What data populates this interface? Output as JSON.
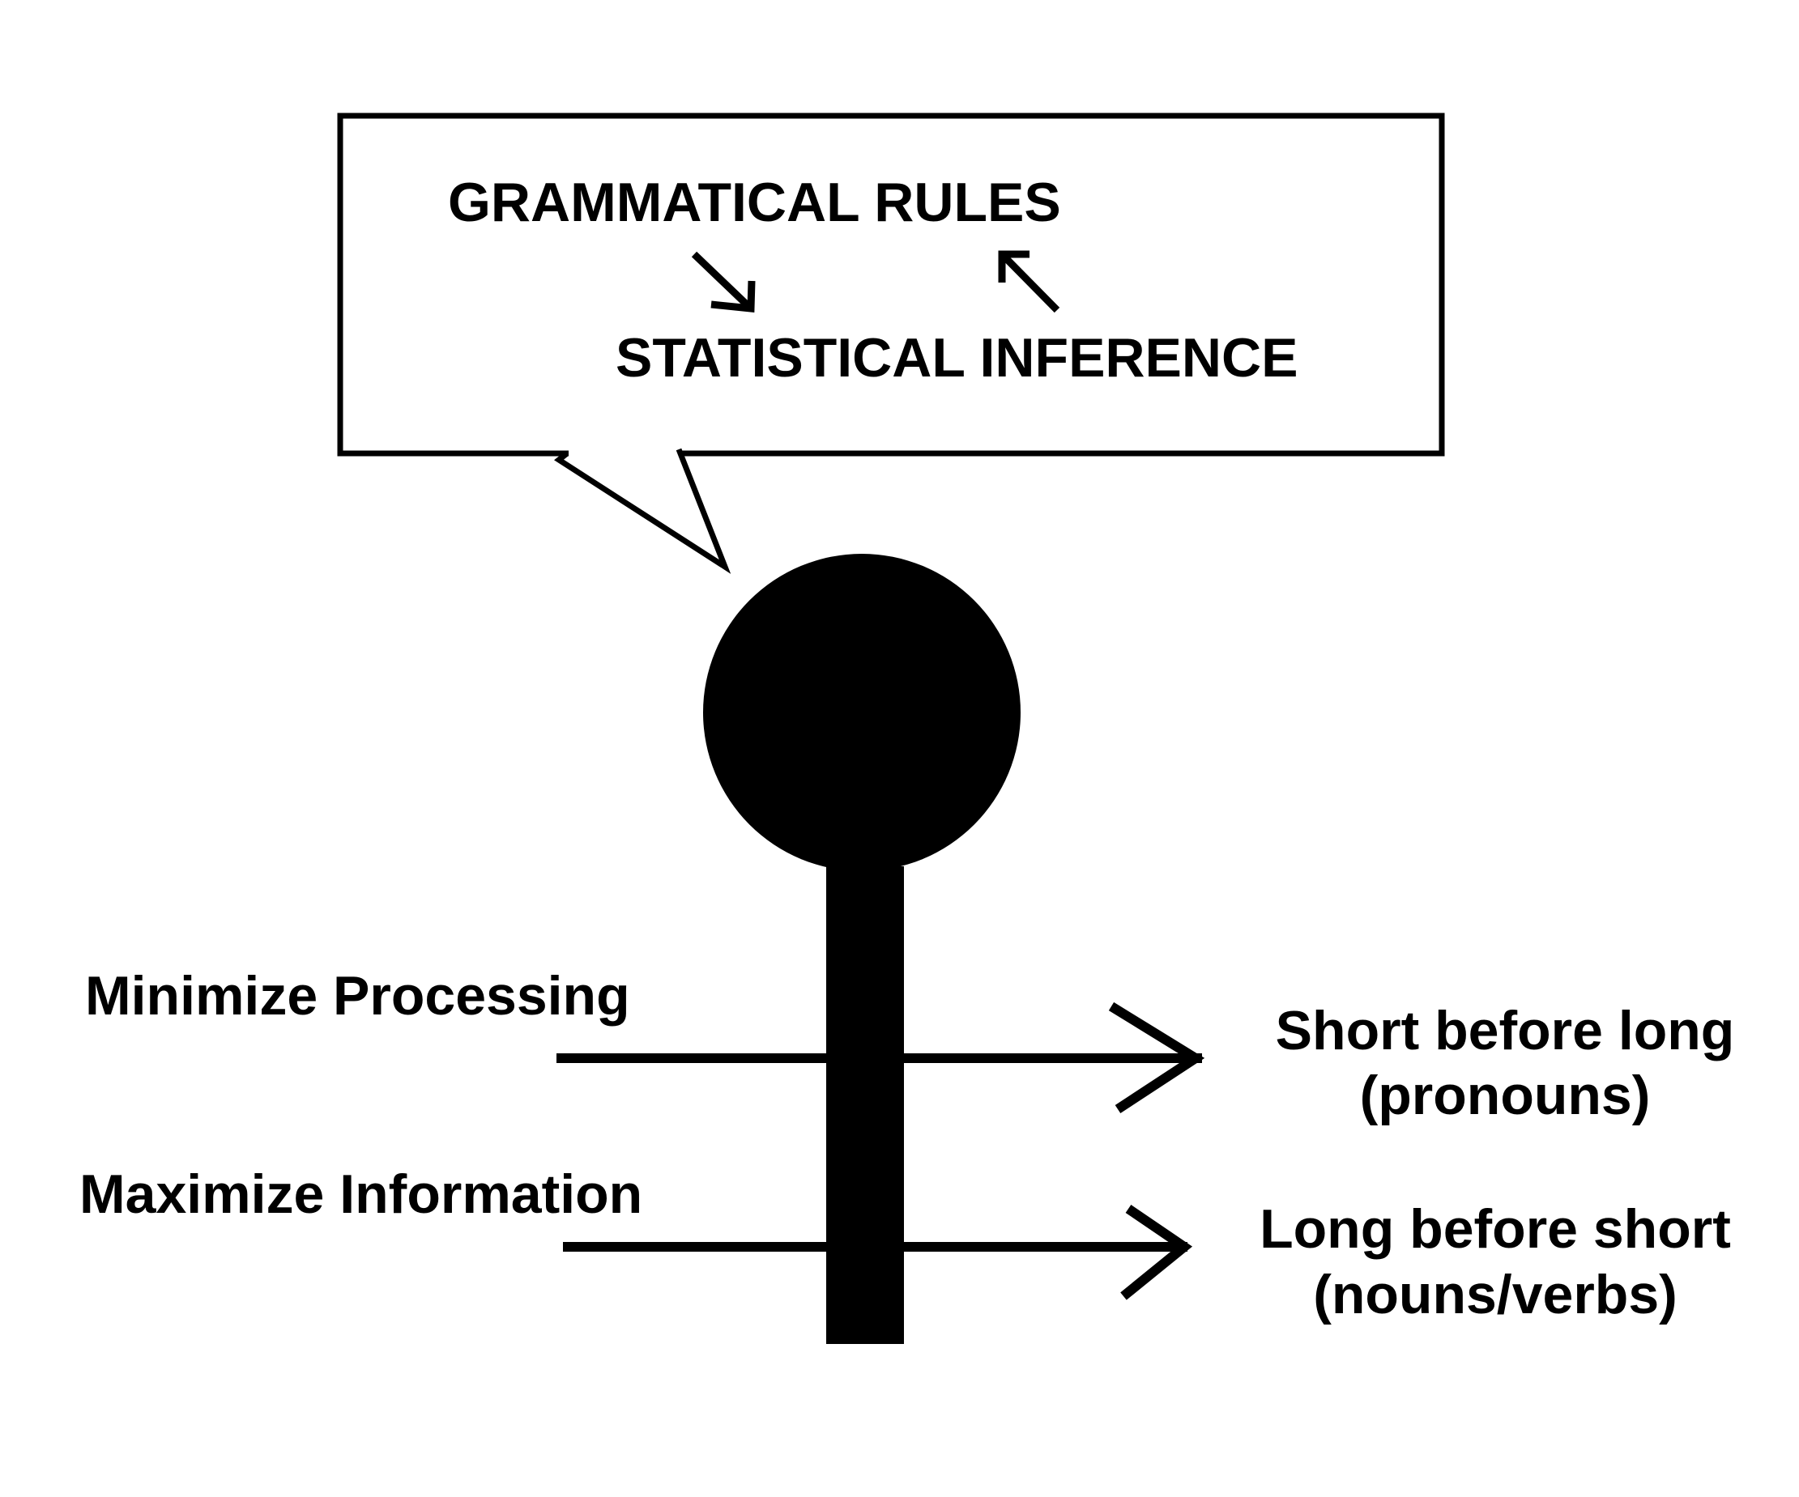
{
  "bubble": {
    "top_label": "GRAMMATICAL RULES",
    "bottom_label": "STATISTICAL INFERENCE"
  },
  "left_labels": {
    "upper": "Minimize Processing",
    "lower": "Maximize Information"
  },
  "right_labels": {
    "upper_line1": "Short before long",
    "upper_line2": "(pronouns)",
    "lower_line1": "Long before short",
    "lower_line2": "(nouns/verbs)"
  },
  "colors": {
    "ink": "#000000",
    "background": "#ffffff"
  }
}
